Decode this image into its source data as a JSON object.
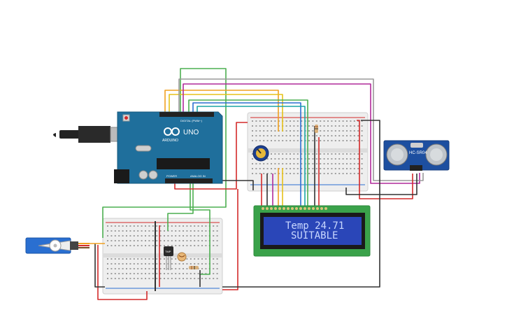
{
  "arduino": {
    "brand": "ARDUINO",
    "model": "UNO",
    "digital_label": "DIGITAL (PWM~)",
    "power_label": "POWER",
    "analog_label": "ANALOG IN"
  },
  "lcd": {
    "line1": "Temp 24.71",
    "line2": "SUITABLE"
  },
  "ultrasonic": {
    "label": "HC-SR04"
  },
  "temp_sensor": {
    "label": "TMP"
  },
  "colors": {
    "arduino_board": "#1f6f9c",
    "lcd_board": "#3aa24a",
    "lcd_screen": "#2a46b8",
    "ultrasonic_board": "#1d4fa0",
    "wire_red": "#d42a2a",
    "wire_black": "#333333",
    "wire_green": "#4caf50",
    "wire_orange": "#f0a020",
    "wire_yellow": "#e6c21a",
    "wire_blue": "#2a6fd1",
    "wire_purple": "#b02a9a",
    "wire_gray": "#9a9a9a",
    "wire_teal": "#1aa6a6"
  }
}
